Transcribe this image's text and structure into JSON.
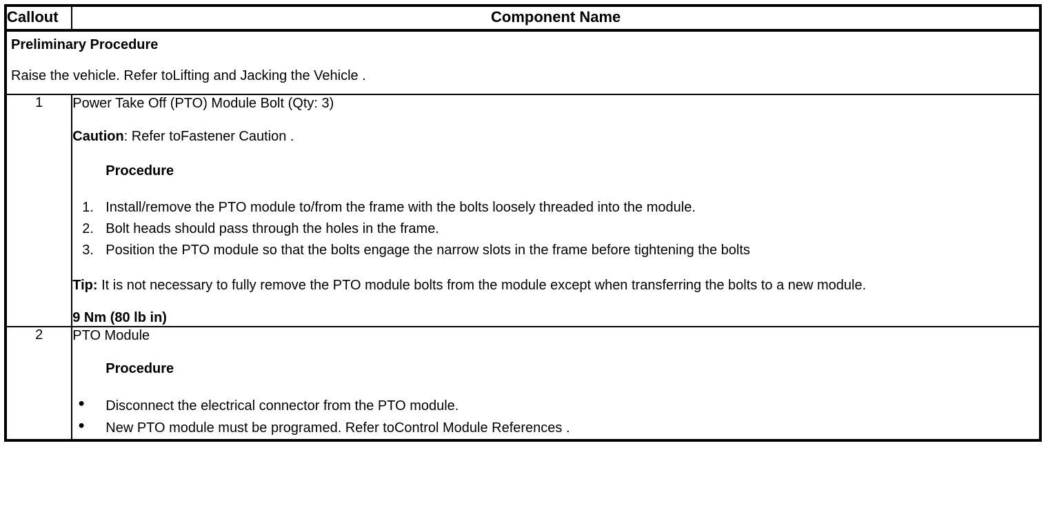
{
  "table": {
    "headers": {
      "callout": "Callout",
      "component_name": "Component Name"
    },
    "preliminary": {
      "title": "Preliminary Procedure",
      "text": "Raise the vehicle. Refer toLifting and Jacking the Vehicle ."
    },
    "rows": [
      {
        "callout": "1",
        "component_title": "Power Take Off (PTO) Module Bolt (Qty: 3)",
        "caution_label": "Caution",
        "caution_text": ": Refer toFastener Caution .",
        "procedure_heading": "Procedure",
        "steps": [
          {
            "num": "1.",
            "text": "Install/remove the PTO module to/from the frame with the bolts loosely threaded into the module."
          },
          {
            "num": "2.",
            "text": "Bolt heads should pass through the holes in the frame."
          },
          {
            "num": "3.",
            "text": "Position the PTO module so that the bolts engage the narrow slots in the frame before tightening the bolts"
          }
        ],
        "tip_label": "Tip:",
        "tip_text": " It is not necessary to fully remove the PTO module bolts from the module except when transferring the bolts to a new module.",
        "torque": "9 Nm (80 lb in)"
      },
      {
        "callout": "2",
        "component_title": "PTO Module",
        "procedure_heading": "Procedure",
        "bullets": [
          {
            "marker": "●",
            "text": "Disconnect the electrical connector from the PTO module."
          },
          {
            "marker": "●",
            "text": "New PTO module must be programed. Refer toControl Module References ."
          }
        ]
      }
    ]
  }
}
